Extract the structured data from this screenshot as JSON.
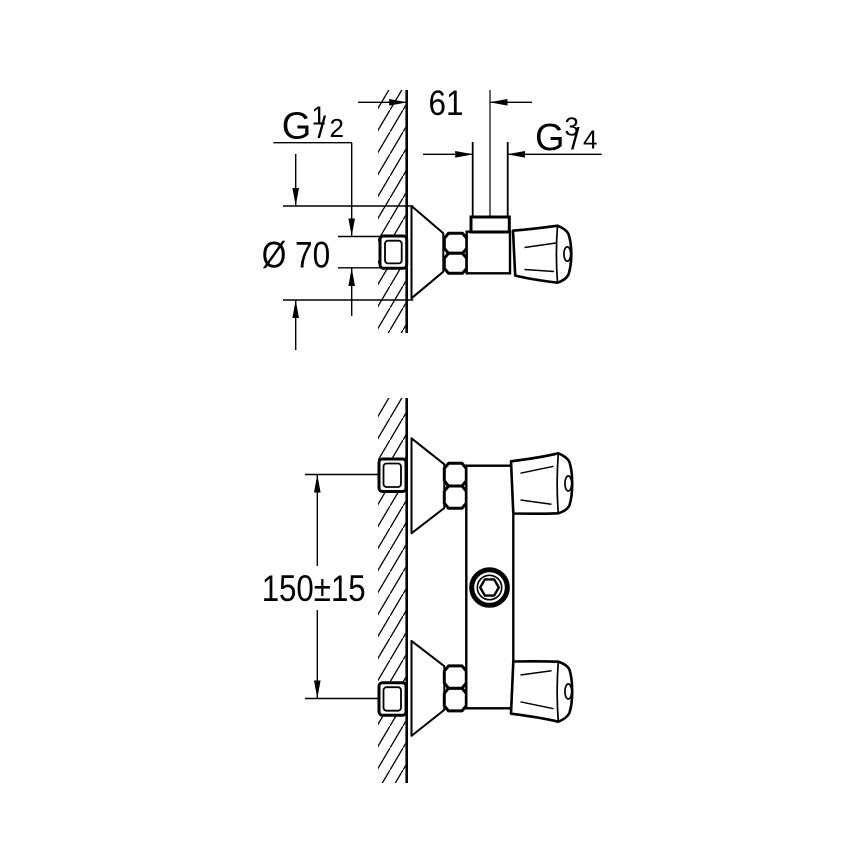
{
  "drawing": {
    "type": "installation-dimension-drawing",
    "colors": {
      "line": "#000000",
      "background": "#ffffff"
    },
    "side_view": {
      "wall_offset_dim": "61",
      "outlet_thread": {
        "prefix": "G",
        "numerator": "3",
        "slash": "/",
        "denominator": "4"
      },
      "inlet_thread": {
        "prefix": "G",
        "numerator": "1",
        "slash": "/",
        "denominator": "2"
      },
      "escutcheon_diameter": "Ø 70"
    },
    "front_view": {
      "center_distance": "150±15"
    }
  }
}
